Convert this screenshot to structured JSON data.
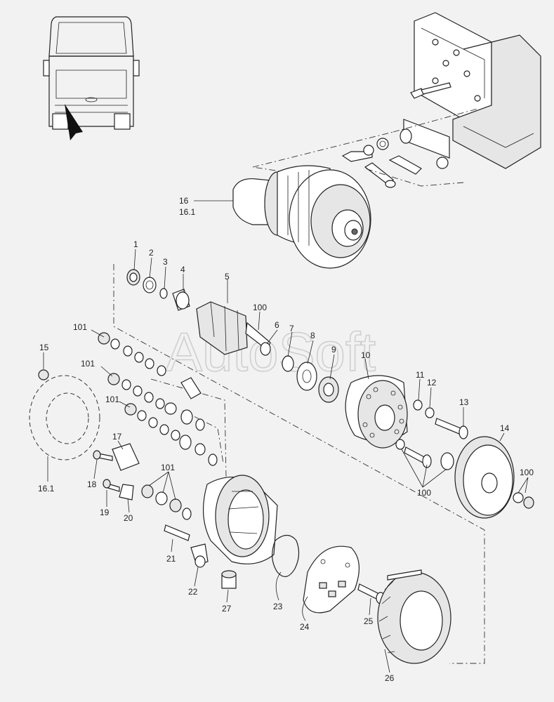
{
  "watermark": "AutoSoft",
  "callouts": [
    {
      "id": "c-1",
      "text": "1"
    },
    {
      "id": "c-2",
      "text": "2"
    },
    {
      "id": "c-3",
      "text": "3"
    },
    {
      "id": "c-4",
      "text": "4"
    },
    {
      "id": "c-5",
      "text": "5"
    },
    {
      "id": "c-100a",
      "text": "100"
    },
    {
      "id": "c-6",
      "text": "6"
    },
    {
      "id": "c-7",
      "text": "7"
    },
    {
      "id": "c-8",
      "text": "8"
    },
    {
      "id": "c-9",
      "text": "9"
    },
    {
      "id": "c-10",
      "text": "10"
    },
    {
      "id": "c-11",
      "text": "11"
    },
    {
      "id": "c-12",
      "text": "12"
    },
    {
      "id": "c-13",
      "text": "13"
    },
    {
      "id": "c-14",
      "text": "14"
    },
    {
      "id": "c-100b",
      "text": "100"
    },
    {
      "id": "c-100c",
      "text": "100"
    },
    {
      "id": "c-15",
      "text": "15"
    },
    {
      "id": "c-16",
      "text": "16"
    },
    {
      "id": "c-16-1a",
      "text": "16.1"
    },
    {
      "id": "c-16-1b",
      "text": "16.1"
    },
    {
      "id": "c-17",
      "text": "17"
    },
    {
      "id": "c-18",
      "text": "18"
    },
    {
      "id": "c-19",
      "text": "19"
    },
    {
      "id": "c-20",
      "text": "20"
    },
    {
      "id": "c-21",
      "text": "21"
    },
    {
      "id": "c-22",
      "text": "22"
    },
    {
      "id": "c-23",
      "text": "23"
    },
    {
      "id": "c-24",
      "text": "24"
    },
    {
      "id": "c-25",
      "text": "25"
    },
    {
      "id": "c-26",
      "text": "26"
    },
    {
      "id": "c-27",
      "text": "27"
    },
    {
      "id": "c-101a",
      "text": "101"
    },
    {
      "id": "c-101b",
      "text": "101"
    },
    {
      "id": "c-101c",
      "text": "101"
    },
    {
      "id": "c-101d",
      "text": "101"
    }
  ]
}
